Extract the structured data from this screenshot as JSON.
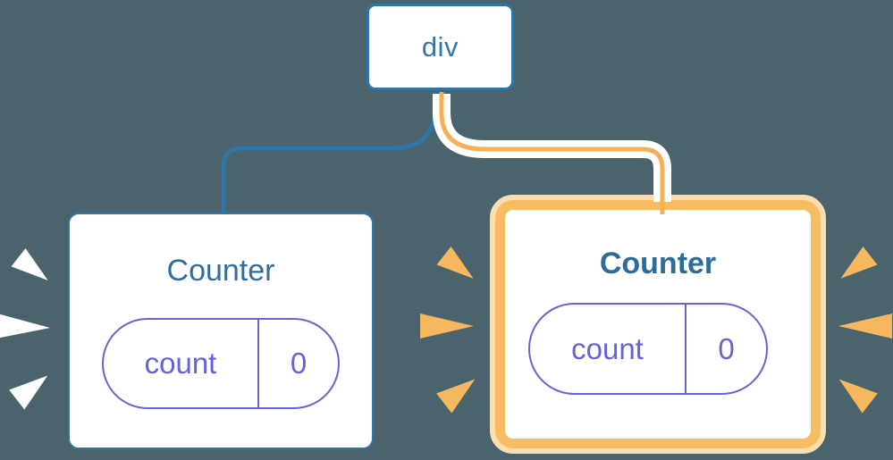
{
  "diagram": {
    "description": "React component tree: a div root with two Counter children holding isolated state; the second Counter is highlighted as updated",
    "background_color": "#4B636C"
  },
  "tree": {
    "root": {
      "label": "div"
    },
    "children": [
      {
        "label": "Counter",
        "highlighted": false,
        "state": {
          "key": "count",
          "value": "0"
        }
      },
      {
        "label": "Counter",
        "highlighted": true,
        "state": {
          "key": "count",
          "value": "0"
        }
      }
    ]
  },
  "connectors": [
    {
      "from": "div",
      "to": "left Counter",
      "color": "#2E75A8"
    },
    {
      "from": "div",
      "to": "right Counter",
      "color": "#F6B155",
      "casing": "#FFFFFF"
    }
  ],
  "sparkles": {
    "left_counter": {
      "color": "#FFFFFF",
      "sides": [
        "left"
      ],
      "count_per_side": 3
    },
    "right_counter": {
      "color": "#F7B75E",
      "sides": [
        "left",
        "right"
      ],
      "count_per_side": 3
    }
  },
  "colors": {
    "node_border_blue": "#2E75A8",
    "title_blue": "#316D9E",
    "state_purple": "#6762D9",
    "highlight_orange": "#F8BC63",
    "highlight_cream": "#FBDFB2",
    "connector_orange": "#F6B155"
  }
}
